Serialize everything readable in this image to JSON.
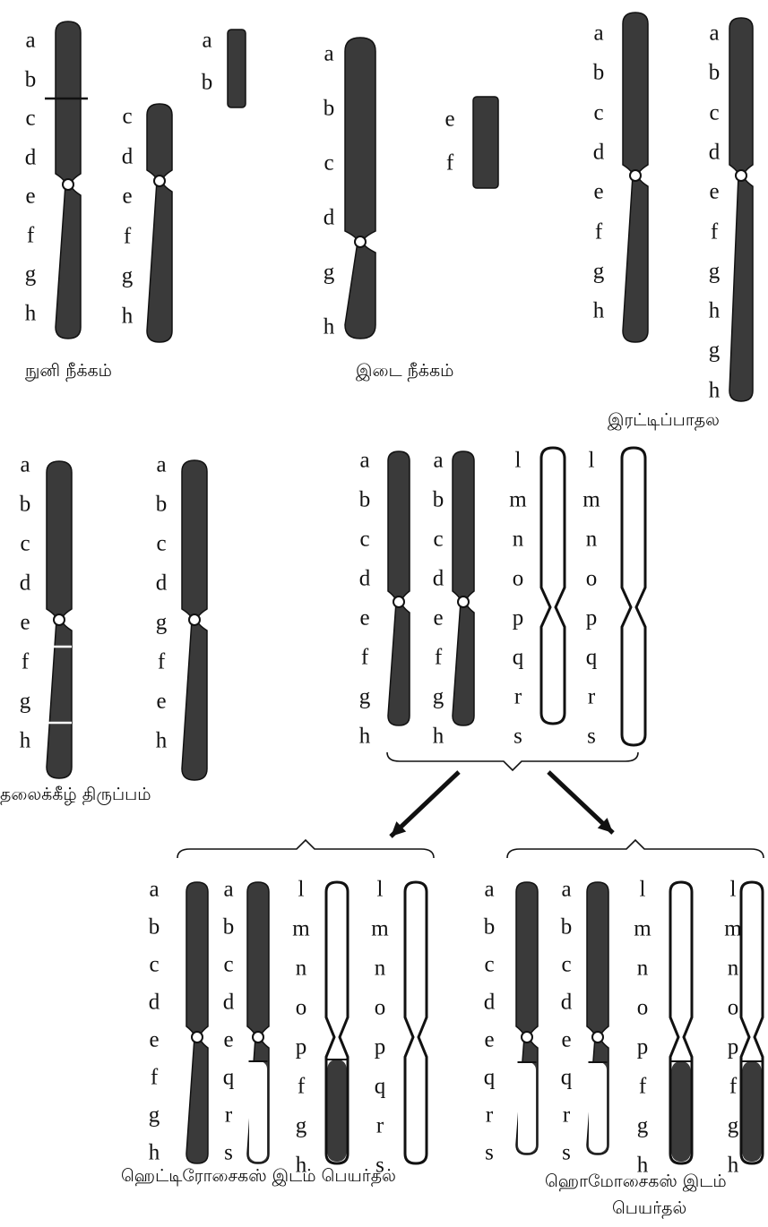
{
  "colors": {
    "chromatid_fill": "#3a3a3a",
    "outline": "#111111",
    "background": "#ffffff"
  },
  "captions": {
    "terminal_deletion": "நுனி நீக்கம்",
    "intercalary_deletion": "இடை நீக்கம்",
    "duplication": "இரட்டிப்பாதல",
    "inversion": "தலைக்கீழ் திருப்பம்",
    "heterozygous_translocation": "ஹெட்டிரோசைகஸ் இடம் பெயர்தல்",
    "homozygous_translocation_line1": "ஹொமோசைகஸ் இடம்",
    "homozygous_translocation_line2": "பெயர்தல்"
  },
  "labels": {
    "terminal_deletion": {
      "normal": [
        "a",
        "b",
        "c",
        "d",
        "e",
        "f",
        "g",
        "h"
      ],
      "deleted_chromosome": [
        "c",
        "d",
        "e",
        "f",
        "g",
        "h"
      ],
      "detached_fragment": [
        "a",
        "b"
      ]
    },
    "intercalary_deletion": {
      "chromosome": [
        "a",
        "b",
        "c",
        "d",
        "g",
        "h"
      ],
      "detached_fragment": [
        "e",
        "f"
      ]
    },
    "duplication": {
      "normal": [
        "a",
        "b",
        "c",
        "d",
        "e",
        "f",
        "g",
        "h"
      ],
      "duplicated": [
        "a",
        "b",
        "c",
        "d",
        "e",
        "f",
        "g",
        "h",
        "g",
        "h"
      ]
    },
    "inversion": {
      "normal": [
        "a",
        "b",
        "c",
        "d",
        "e",
        "f",
        "g",
        "h"
      ],
      "inverted": [
        "a",
        "b",
        "c",
        "d",
        "g",
        "f",
        "e",
        "h"
      ]
    },
    "translocation_parents": {
      "dark_1": [
        "a",
        "b",
        "c",
        "d",
        "e",
        "f",
        "g",
        "h"
      ],
      "dark_2": [
        "a",
        "b",
        "c",
        "d",
        "e",
        "f",
        "g",
        "h"
      ],
      "light_1": [
        "l",
        "m",
        "n",
        "o",
        "p",
        "q",
        "r",
        "s"
      ],
      "light_2": [
        "l",
        "m",
        "n",
        "o",
        "p",
        "q",
        "r",
        "s"
      ]
    },
    "heterozygous": {
      "c1": [
        "a",
        "b",
        "c",
        "d",
        "e",
        "f",
        "g",
        "h"
      ],
      "c2": [
        "a",
        "b",
        "c",
        "d",
        "e",
        "q",
        "r",
        "s"
      ],
      "c3": [
        "l",
        "m",
        "n",
        "o",
        "p",
        "f",
        "g",
        "h"
      ],
      "c4": [
        "l",
        "m",
        "n",
        "o",
        "p",
        "q",
        "r",
        "s"
      ]
    },
    "homozygous": {
      "c1": [
        "a",
        "b",
        "c",
        "d",
        "e",
        "q",
        "r",
        "s"
      ],
      "c2": [
        "a",
        "b",
        "c",
        "d",
        "e",
        "q",
        "r",
        "s"
      ],
      "c3": [
        "l",
        "m",
        "n",
        "o",
        "p",
        "f",
        "g",
        "h"
      ],
      "c4": [
        "l",
        "m",
        "n",
        "o",
        "p",
        "f",
        "g",
        "h"
      ]
    }
  }
}
